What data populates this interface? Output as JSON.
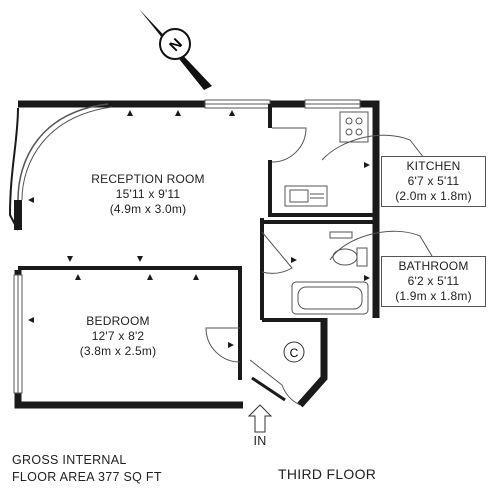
{
  "compass": {
    "letter": "N"
  },
  "rooms": {
    "reception": {
      "name": "RECEPTION ROOM",
      "imperial": "15'11 x 9'11",
      "metric": "(4.9m x 3.0m)"
    },
    "bedroom": {
      "name": "BEDROOM",
      "imperial": "12'7 x 8'2",
      "metric": "(3.8m x 2.5m)"
    },
    "kitchen": {
      "name": "KITCHEN",
      "imperial": "6'7 x 5'11",
      "metric": "(2.0m x 1.8m)"
    },
    "bathroom": {
      "name": "BATHROOM",
      "imperial": "6'2 x 5'11",
      "metric": "(1.9m x 1.8m)"
    }
  },
  "cupboard": {
    "letter": "C"
  },
  "entrance": {
    "label": "IN"
  },
  "footer": {
    "area_line1": "GROSS INTERNAL",
    "area_line2": "FLOOR AREA 377 SQ FT",
    "floor": "THIRD FLOOR"
  },
  "colors": {
    "wall": "#1a1a1a",
    "line": "#555555",
    "window": "#d9d9d9"
  }
}
